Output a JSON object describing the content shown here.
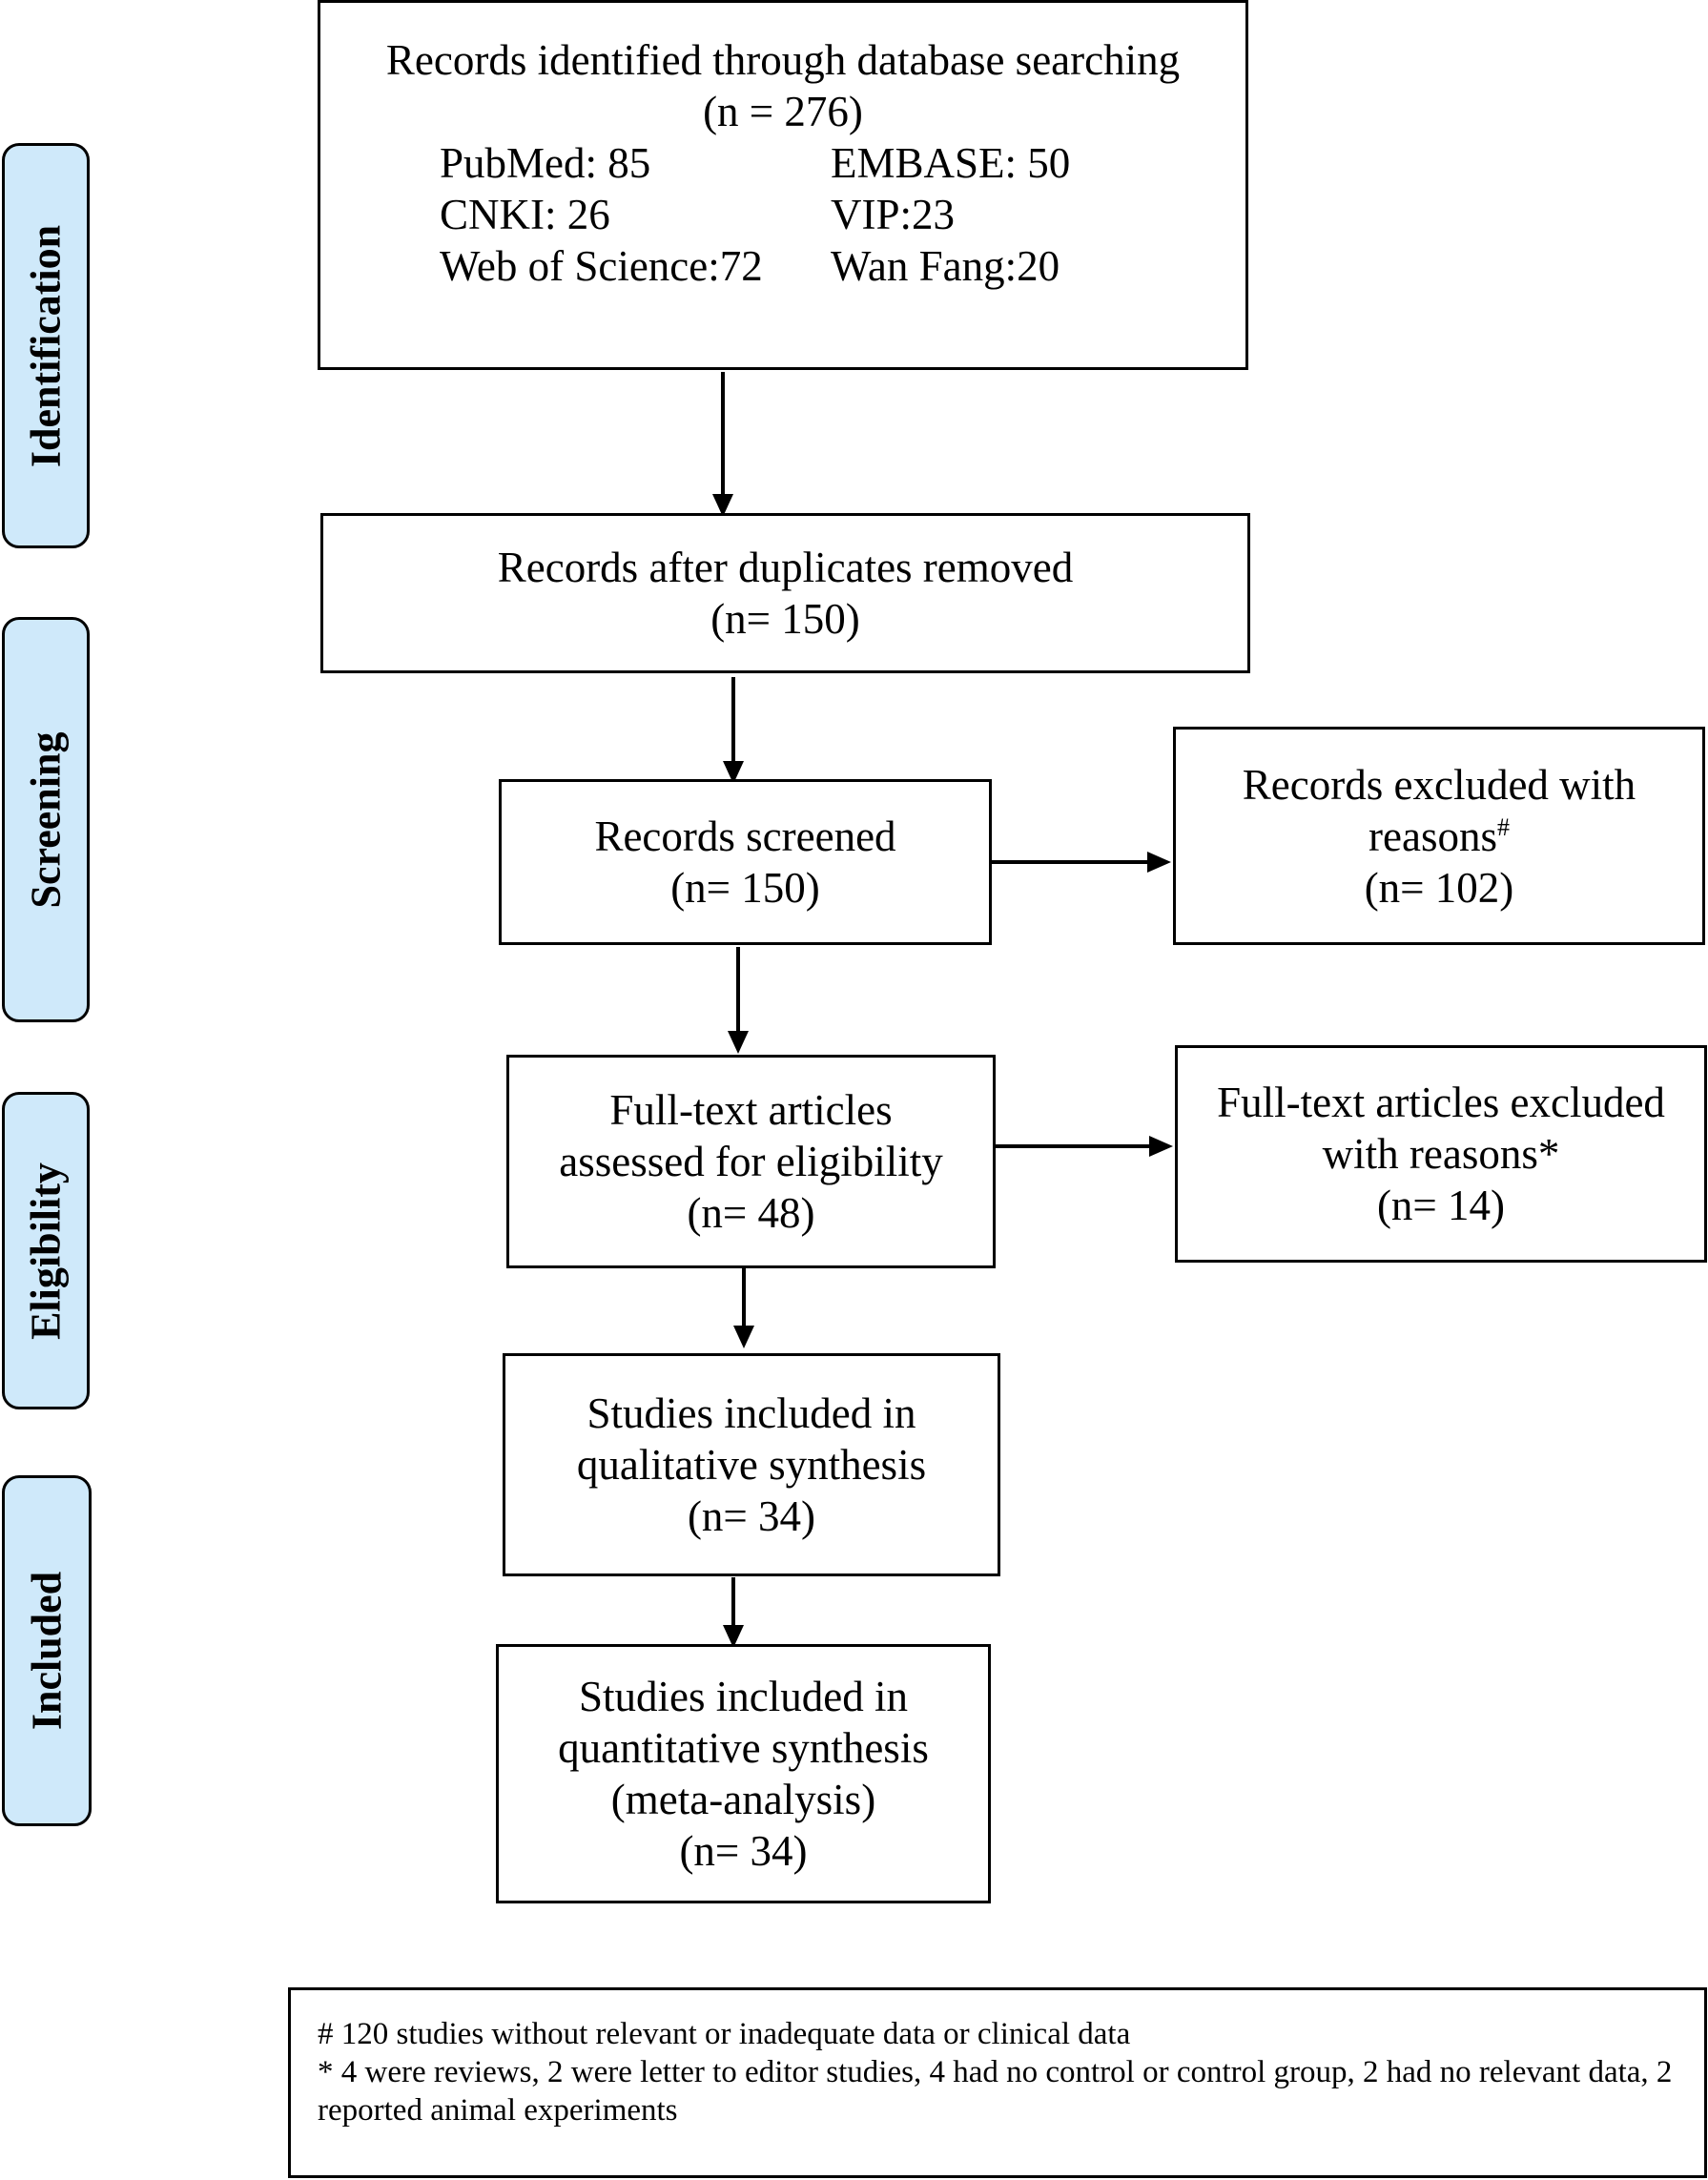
{
  "stages": {
    "identification": "Identification",
    "screening": "Screening",
    "eligibility": "Eligibility",
    "included": "Included"
  },
  "identified": {
    "title": "Records identified through database searching",
    "count": "(n = 276)",
    "sources": {
      "pubmed": "PubMed: 85",
      "embase": "EMBASE: 50",
      "cnki": "CNKI: 26",
      "vip": "VIP:23",
      "wos": "Web of Science:72",
      "wanfang": "Wan Fang:20"
    }
  },
  "deduplicated": {
    "title": "Records after duplicates removed",
    "count": "(n= 150)"
  },
  "screened": {
    "title": "Records screened",
    "count": "(n= 150)"
  },
  "excluded_screen": {
    "line1": "Records excluded with",
    "line2": "reasons",
    "mark": "#",
    "count": "(n= 102)"
  },
  "fulltext": {
    "line1": "Full-text articles",
    "line2": "assessed for eligibility",
    "count": "(n= 48)"
  },
  "excluded_fulltext": {
    "line1": "Full-text articles excluded",
    "line2": "with reasons*",
    "count": "(n= 14)"
  },
  "qualitative": {
    "line1": "Studies included in",
    "line2": "qualitative synthesis",
    "count": "(n= 34)"
  },
  "quantitative": {
    "line1": "Studies included in",
    "line2": "quantitative synthesis",
    "line3": "(meta-analysis)",
    "count": "(n= 34)"
  },
  "notes": {
    "hash": "# 120 studies without relevant or inadequate data or clinical data",
    "star": "* 4 were reviews, 2 were letter to editor studies, 4 had no control or control group, 2 had no relevant data, 2 reported animal experiments"
  }
}
